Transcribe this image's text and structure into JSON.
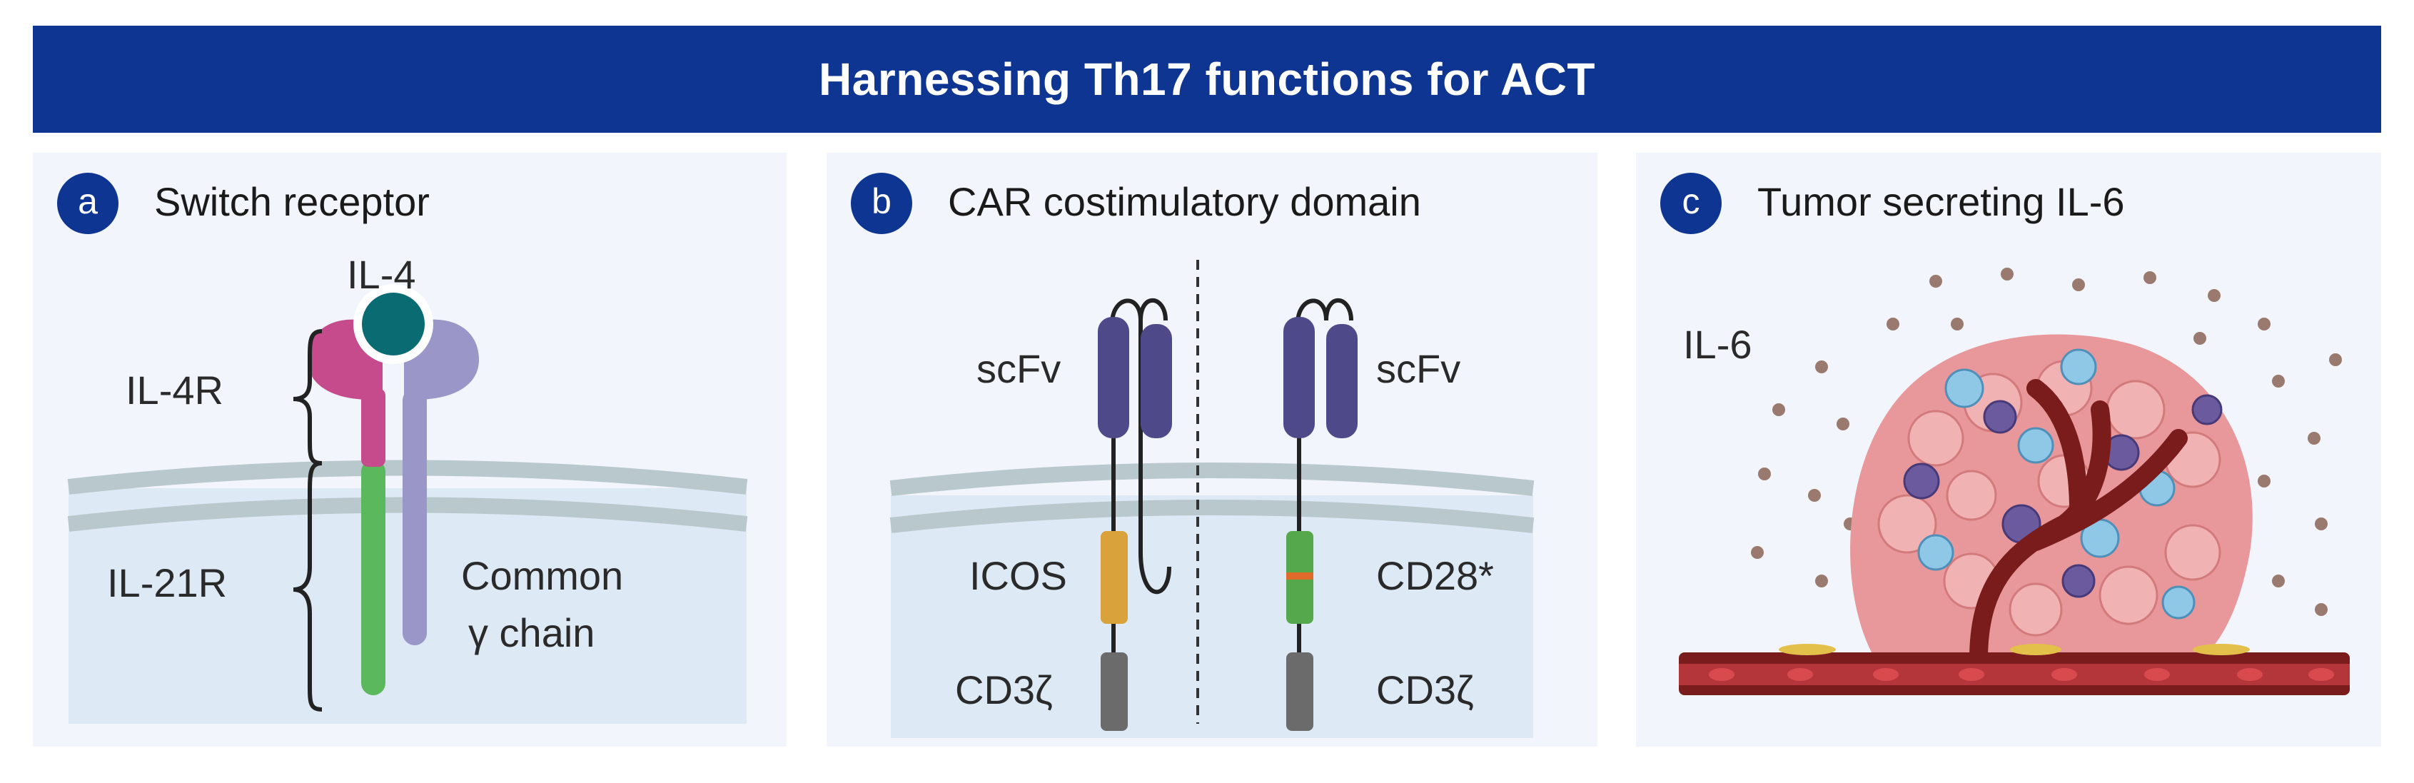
{
  "header": {
    "title": "Harnessing Th17 functions for ACT"
  },
  "panels": {
    "a": {
      "letter": "a",
      "title": "Switch receptor",
      "labels": {
        "ligand": "IL-4",
        "receptor_top": "IL-4R",
        "receptor_bottom": "IL-21R",
        "common_1": "Common",
        "common_2": "γ chain"
      }
    },
    "b": {
      "letter": "b",
      "title": "CAR costimulatory domain",
      "labels": {
        "scfv_left": "scFv",
        "scfv_right": "scFv",
        "icos": "ICOS",
        "cd28": "CD28*",
        "cd3z_left": "CD3ζ",
        "cd3z_right": "CD3ζ"
      }
    },
    "c": {
      "letter": "c",
      "title": "Tumor secreting IL-6",
      "labels": {
        "il6": "IL-6"
      }
    }
  },
  "colors": {
    "banner": "#0e3591",
    "panel_bg": "#f2f5fb",
    "il4r_chain": "#c64b8c",
    "il21r_chain": "#5cb85c",
    "common_gamma_chain": "#9a97c8",
    "il4": "#0b6b73",
    "scfv": "#4e4a8a",
    "icos": "#d9a23a",
    "cd28": "#56a84c",
    "cd3z": "#6b6b6b",
    "tumor": "#e8989a",
    "vessel": "#7a1c1c"
  }
}
